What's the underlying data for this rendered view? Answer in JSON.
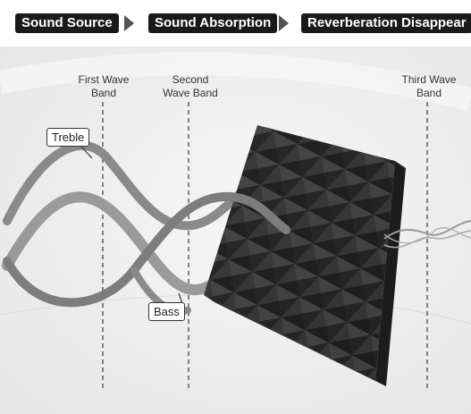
{
  "header": {
    "steps": [
      {
        "label": "Sound Source"
      },
      {
        "label": "Sound Absorption"
      },
      {
        "label": "Reverberation Disappear"
      }
    ]
  },
  "bands": [
    {
      "line1": "First Wave",
      "line2": "Band"
    },
    {
      "line1": "Second",
      "line2": "Wave Band"
    },
    {
      "line1": "Third Wave",
      "line2": "Band"
    }
  ],
  "callouts": {
    "treble": "Treble",
    "bass": "Bass"
  },
  "colors": {
    "pill_bg": "#1a1a1a",
    "wave": "#8a8a8a",
    "foam": "#2b2b2b",
    "background": "#ececec"
  }
}
